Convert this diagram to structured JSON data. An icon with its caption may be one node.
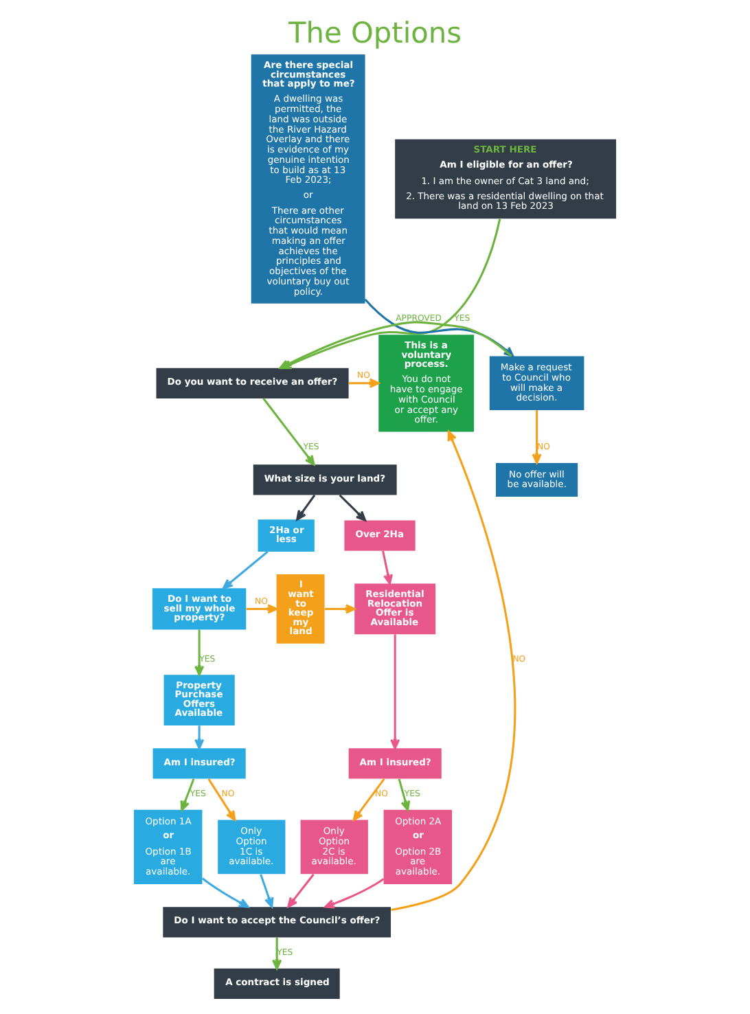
{
  "diagram": {
    "title": "The Options",
    "nodes": [
      {
        "text": [
          "START HERE",
          "Am I eligible for an offer?",
          "1. I am the owner of Cat 3 land and;",
          "2. There was a residential dwelling on that land on 13 Feb 2023"
        ]
      },
      {
        "text": [
          "Do you want to receive an offer?"
        ]
      },
      {
        "text": [
          "What size is your land?"
        ]
      },
      {
        "text": [
          "This is a voluntary process.",
          "You do not have to engage with Council or accept any offer."
        ]
      },
      {
        "text": [
          "Are there special circumstances that apply to me?",
          "A dwelling was permitted, the land was outside the River Hazard Overlay and there is evidence of my genuine intention to build as at 13 Feb 2023;",
          "or",
          "There are other circumstances that would mean making an offer achieves the principles and objectives of the voluntary buy out policy."
        ]
      },
      {
        "text": [
          "Make a request to Council who will make a decision."
        ]
      },
      {
        "text": [
          "No offer will be available."
        ]
      },
      {
        "text": [
          "2Ha or less"
        ]
      },
      {
        "text": [
          "Do I want to sell my whole property?"
        ]
      },
      {
        "text": [
          "I want to keep my land"
        ]
      },
      {
        "text": [
          "Over 2Ha"
        ]
      },
      {
        "text": [
          "Residential Relocation Offer is Available"
        ]
      },
      {
        "text": [
          "Property Purchase Offers Available"
        ]
      },
      {
        "text": [
          "Am I insured?"
        ]
      },
      {
        "text": [
          "Am I insured?"
        ]
      },
      {
        "text": [
          "Option 1A",
          "or",
          "Option 1B are available."
        ]
      },
      {
        "text": [
          "Only Option 1C is available."
        ]
      },
      {
        "text": [
          "Option 2A",
          "or",
          "Option 2B are available."
        ]
      },
      {
        "text": [
          "Only Option 2C is available."
        ]
      },
      {
        "text": [
          "Do I want to accept the Council’s offer?"
        ]
      },
      {
        "text": [
          "A contract is signed"
        ]
      }
    ],
    "edges": [
      {
        "from": 0,
        "to": 1,
        "arrow": "to",
        "label": "YES",
        "color": "#6cb33f"
      },
      {
        "from": 1,
        "to": 3,
        "arrow": "to",
        "label": "NO",
        "color": "#f5a01a"
      },
      {
        "from": 1,
        "to": 2,
        "arrow": "to",
        "label": "YES",
        "color": "#6cb33f"
      },
      {
        "from": 2,
        "to": 7,
        "arrow": "to",
        "color": "#333d47"
      },
      {
        "from": 2,
        "to": 10,
        "arrow": "to",
        "color": "#333d47"
      },
      {
        "from": 7,
        "to": 8,
        "arrow": "to",
        "color": "#3fa9e0"
      },
      {
        "from": 8,
        "to": 12,
        "arrow": "to",
        "label": "YES",
        "color": "#6cb33f"
      },
      {
        "from": 8,
        "to": 9,
        "arrow": "to",
        "label": "NO",
        "color": "#f5a01a"
      },
      {
        "from": 9,
        "to": 11,
        "arrow": "to",
        "color": "#f5a01a"
      },
      {
        "from": 10,
        "to": 11,
        "arrow": "to",
        "color": "#e8578a"
      },
      {
        "from": 12,
        "to": 13,
        "arrow": "to",
        "color": "#3fa9e0"
      },
      {
        "from": 11,
        "to": 14,
        "arrow": "to",
        "color": "#e8578a"
      },
      {
        "from": 13,
        "to": 15,
        "arrow": "to",
        "label": "YES",
        "color": "#6cb33f"
      },
      {
        "from": 13,
        "to": 16,
        "arrow": "to",
        "label": "NO",
        "color": "#f5a01a"
      },
      {
        "from": 14,
        "to": 17,
        "arrow": "to",
        "label": "YES",
        "color": "#6cb33f"
      },
      {
        "from": 14,
        "to": 18,
        "arrow": "to",
        "label": "NO",
        "color": "#f5a01a"
      },
      {
        "from": 15,
        "to": 19,
        "arrow": "to",
        "color": "#3fa9e0"
      },
      {
        "from": 16,
        "to": 19,
        "arrow": "to",
        "color": "#3fa9e0"
      },
      {
        "from": 17,
        "to": 19,
        "arrow": "to",
        "color": "#e8578a"
      },
      {
        "from": 18,
        "to": 19,
        "arrow": "to",
        "color": "#e8578a"
      },
      {
        "from": 19,
        "to": 20,
        "arrow": "to",
        "label": "YES",
        "color": "#6cb33f"
      },
      {
        "from": 19,
        "to": 3,
        "arrow": "to",
        "label": "NO",
        "color": "#f5a01a"
      },
      {
        "from": 4,
        "to": 5,
        "arrow": "to",
        "color": "#1f75a8"
      },
      {
        "from": 5,
        "to": 1,
        "arrow": "to",
        "label": "APPROVED",
        "color": "#6cb33f"
      },
      {
        "from": 5,
        "to": 6,
        "arrow": "to",
        "label": "NO",
        "color": "#f5a01a"
      }
    ]
  }
}
